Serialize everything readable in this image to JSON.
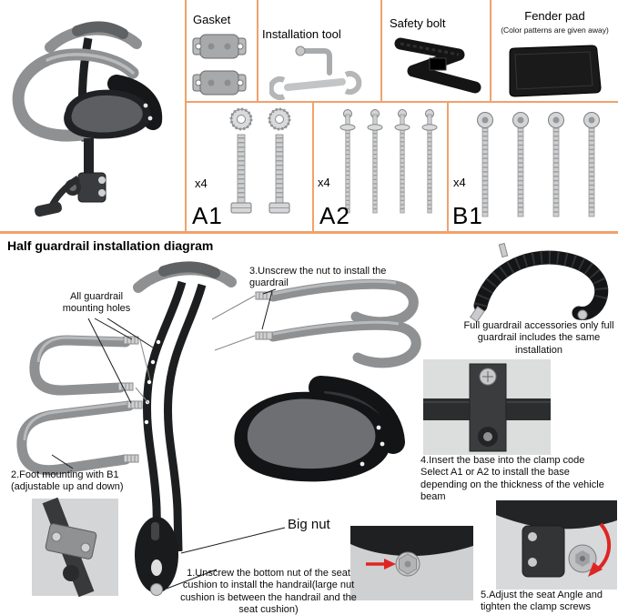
{
  "top": {
    "gasket": {
      "label": "Gasket"
    },
    "tool": {
      "label": "Installation tool"
    },
    "safety": {
      "label": "Safety bolt"
    },
    "fender": {
      "label": "Fender pad",
      "note": "(Color patterns are given away)"
    },
    "a1": {
      "qty": "x4",
      "code": "A1"
    },
    "a2": {
      "qty": "x4",
      "code": "A2"
    },
    "b1": {
      "qty": "x4",
      "code": "B1"
    }
  },
  "diagram": {
    "heading": "Half guardrail installation diagram",
    "labels": {
      "mounting_holes": "All guardrail mounting holes",
      "step3": "3.Unscrew the nut to install the guardrail",
      "full_guardrail_note": "Full guardrail accessories only full guardrail includes the same installation",
      "step2": "2.Foot mounting with B1 (adjustable up and down)",
      "step4": "4.Insert the base into the clamp code Select A1 or A2 to install the base depending on the thickness of the vehicle beam",
      "big_nut": "Big nut",
      "step1": "1.Unscrew the bottom nut of the seat cushion to install the handrail(large nut cushion is between the handrail and the seat cushion)",
      "step5": "5.Adjust the seat Angle and tighten the clamp screws"
    }
  },
  "colors": {
    "accent_orange": "#f0a26c",
    "arrow_red": "#e02424"
  }
}
